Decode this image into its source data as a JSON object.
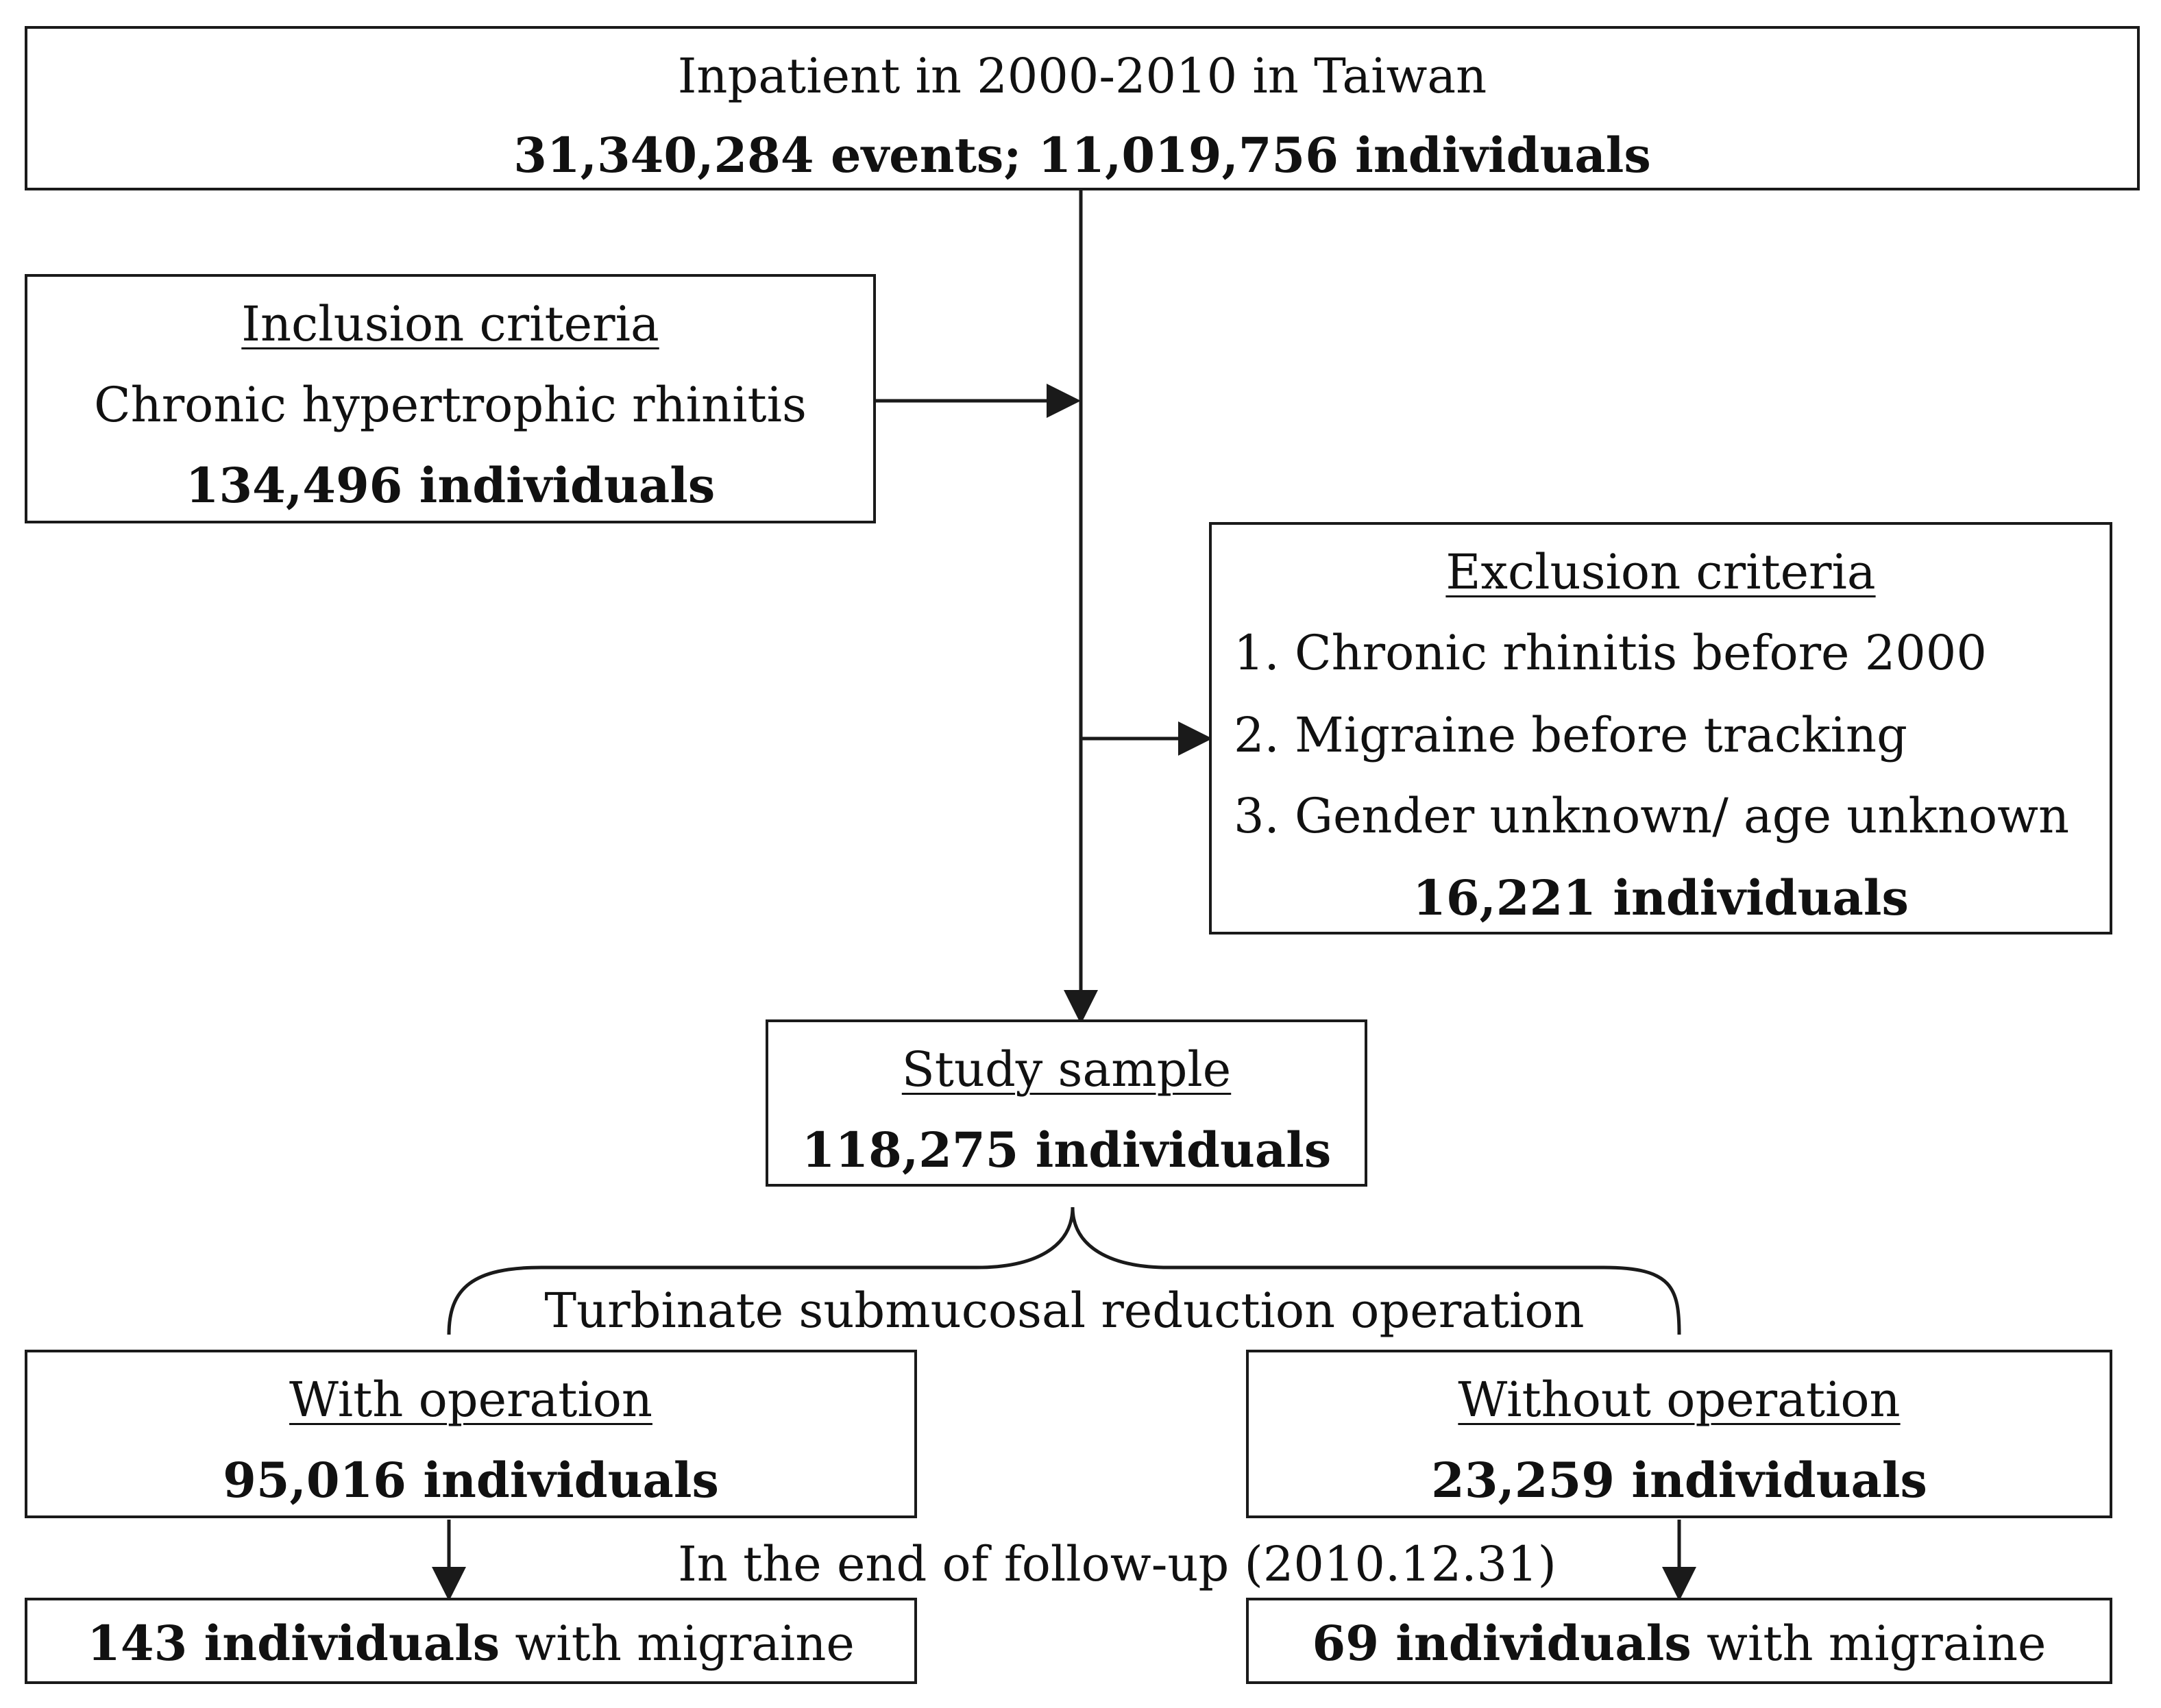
{
  "top": {
    "title": "Inpatient in 2000-2010 in Taiwan",
    "count": "31,340,284 events; 11,019,756 individuals"
  },
  "inclusion": {
    "heading": "Inclusion criteria",
    "condition": "Chronic hypertrophic rhinitis",
    "count": "134,496 individuals"
  },
  "exclusion": {
    "heading": "Exclusion criteria",
    "items": [
      "1. Chronic rhinitis before 2000",
      "2. Migraine before tracking",
      "3. Gender unknown/ age unknown"
    ],
    "count": "16,221 individuals"
  },
  "study": {
    "heading": "Study sample",
    "count": "118,275 individuals"
  },
  "split_label": "Turbinate submucosal reduction operation",
  "with_op": {
    "heading": "With operation",
    "count": "95,016 individuals"
  },
  "without_op": {
    "heading": "Without operation",
    "count": "23,259 individuals"
  },
  "followup_label": "In the end of follow-up (2010.12.31)",
  "outcome_with": {
    "count": "143 individuals",
    "suffix": " with migraine"
  },
  "outcome_without": {
    "count": "69 individuals",
    "suffix": " with migraine"
  }
}
